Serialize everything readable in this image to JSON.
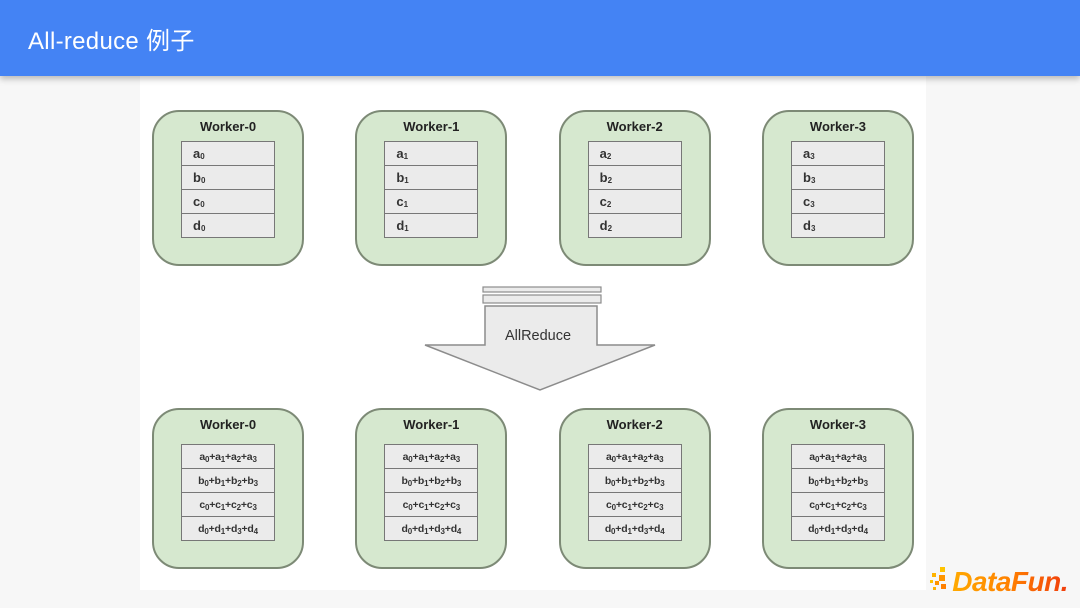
{
  "header": {
    "title": "All-reduce 例子"
  },
  "diagram": {
    "arrow_label": "AllReduce",
    "top_workers": [
      {
        "title": "Worker-0",
        "rows": [
          [
            [
              "a",
              "0"
            ]
          ],
          [
            [
              "b",
              "0"
            ]
          ],
          [
            [
              "c",
              "0"
            ]
          ],
          [
            [
              "d",
              "0"
            ]
          ]
        ]
      },
      {
        "title": "Worker-1",
        "rows": [
          [
            [
              "a",
              "1"
            ]
          ],
          [
            [
              "b",
              "1"
            ]
          ],
          [
            [
              "c",
              "1"
            ]
          ],
          [
            [
              "d",
              "1"
            ]
          ]
        ]
      },
      {
        "title": "Worker-2",
        "rows": [
          [
            [
              "a",
              "2"
            ]
          ],
          [
            [
              "b",
              "2"
            ]
          ],
          [
            [
              "c",
              "2"
            ]
          ],
          [
            [
              "d",
              "2"
            ]
          ]
        ]
      },
      {
        "title": "Worker-3",
        "rows": [
          [
            [
              "a",
              "3"
            ]
          ],
          [
            [
              "b",
              "3"
            ]
          ],
          [
            [
              "c",
              "3"
            ]
          ],
          [
            [
              "d",
              "3"
            ]
          ]
        ]
      }
    ],
    "bottom_workers": [
      {
        "title": "Worker-0",
        "rows": [
          [
            [
              "a",
              "0"
            ],
            [
              "+a",
              "1"
            ],
            [
              "+a",
              "2"
            ],
            [
              "+a",
              "3"
            ]
          ],
          [
            [
              "b",
              "0"
            ],
            [
              "+b",
              "1"
            ],
            [
              "+b",
              "2"
            ],
            [
              "+b",
              "3"
            ]
          ],
          [
            [
              "c",
              "0"
            ],
            [
              "+c",
              "1"
            ],
            [
              "+c",
              "2"
            ],
            [
              "+c",
              "3"
            ]
          ],
          [
            [
              "d",
              "0"
            ],
            [
              "+d",
              "1"
            ],
            [
              "+d",
              "3"
            ],
            [
              "+d",
              "4"
            ]
          ]
        ]
      },
      {
        "title": "Worker-1",
        "rows": [
          [
            [
              "a",
              "0"
            ],
            [
              "+a",
              "1"
            ],
            [
              "+a",
              "2"
            ],
            [
              "+a",
              "3"
            ]
          ],
          [
            [
              "b",
              "0"
            ],
            [
              "+b",
              "1"
            ],
            [
              "+b",
              "2"
            ],
            [
              "+b",
              "3"
            ]
          ],
          [
            [
              "c",
              "0"
            ],
            [
              "+c",
              "1"
            ],
            [
              "+c",
              "2"
            ],
            [
              "+c",
              "3"
            ]
          ],
          [
            [
              "d",
              "0"
            ],
            [
              "+d",
              "1"
            ],
            [
              "+d",
              "3"
            ],
            [
              "+d",
              "4"
            ]
          ]
        ]
      },
      {
        "title": "Worker-2",
        "rows": [
          [
            [
              "a",
              "0"
            ],
            [
              "+a",
              "1"
            ],
            [
              "+a",
              "2"
            ],
            [
              "+a",
              "3"
            ]
          ],
          [
            [
              "b",
              "0"
            ],
            [
              "+b",
              "1"
            ],
            [
              "+b",
              "2"
            ],
            [
              "+b",
              "3"
            ]
          ],
          [
            [
              "c",
              "0"
            ],
            [
              "+c",
              "1"
            ],
            [
              "+c",
              "2"
            ],
            [
              "+c",
              "3"
            ]
          ],
          [
            [
              "d",
              "0"
            ],
            [
              "+d",
              "1"
            ],
            [
              "+d",
              "3"
            ],
            [
              "+d",
              "4"
            ]
          ]
        ]
      },
      {
        "title": "Worker-3",
        "rows": [
          [
            [
              "a",
              "0"
            ],
            [
              "+a",
              "1"
            ],
            [
              "+a",
              "2"
            ],
            [
              "+a",
              "3"
            ]
          ],
          [
            [
              "b",
              "0"
            ],
            [
              "+b",
              "1"
            ],
            [
              "+b",
              "2"
            ],
            [
              "+b",
              "3"
            ]
          ],
          [
            [
              "c",
              "0"
            ],
            [
              "+c",
              "1"
            ],
            [
              "+c",
              "2"
            ],
            [
              "+c",
              "3"
            ]
          ],
          [
            [
              "d",
              "0"
            ],
            [
              "+d",
              "1"
            ],
            [
              "+d",
              "3"
            ],
            [
              "+d",
              "4"
            ]
          ]
        ]
      }
    ]
  },
  "logo": {
    "text": "DataFun."
  },
  "colors": {
    "header_bg": "#4483f4",
    "worker_fill": "#d6e8cf",
    "worker_border": "#7d8a76",
    "cell_fill": "#ebebeb",
    "cell_border": "#777777",
    "arrow_fill": "#ebebeb",
    "arrow_border": "#8c8c8c",
    "logo_gradient_start": "#ffaa00",
    "logo_gradient_end": "#f03c0c"
  }
}
